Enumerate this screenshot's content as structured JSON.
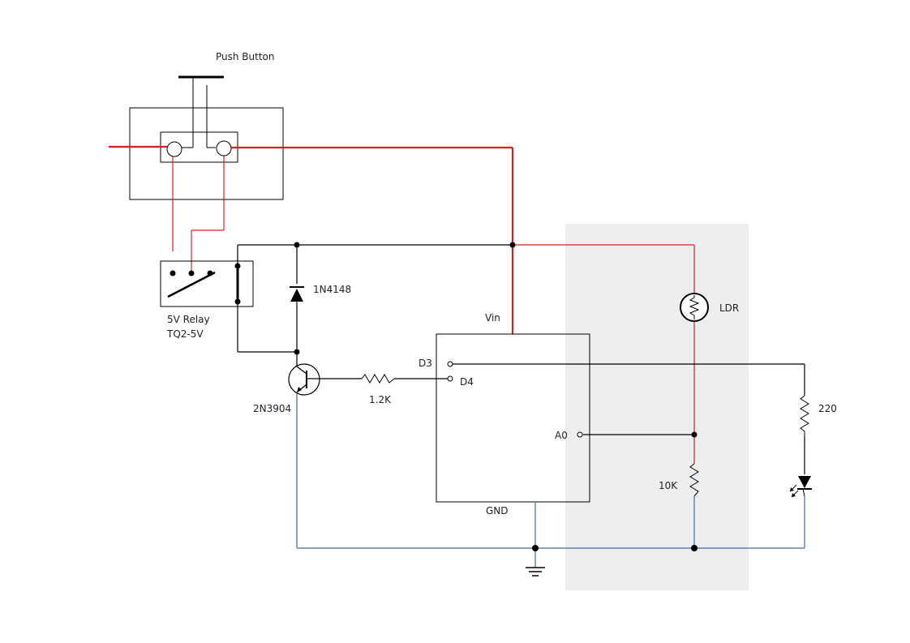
{
  "labels": {
    "push_button": "Push Button",
    "relay_line1": "5V Relay",
    "relay_line2": "TQ2-5V",
    "diode": "1N4148",
    "transistor": "2N3904",
    "base_resistor": "1.2K",
    "vin": "Vin",
    "gnd": "GND",
    "d3": "D3",
    "d4": "D4",
    "a0": "A0",
    "ldr": "LDR",
    "r_10k": "10K",
    "r_220": "220"
  },
  "colors": {
    "red_wire": "#d62020",
    "black_wire": "#000000",
    "blue_wire": "#3a6ea5",
    "shaded_region": "#eeeeee"
  }
}
